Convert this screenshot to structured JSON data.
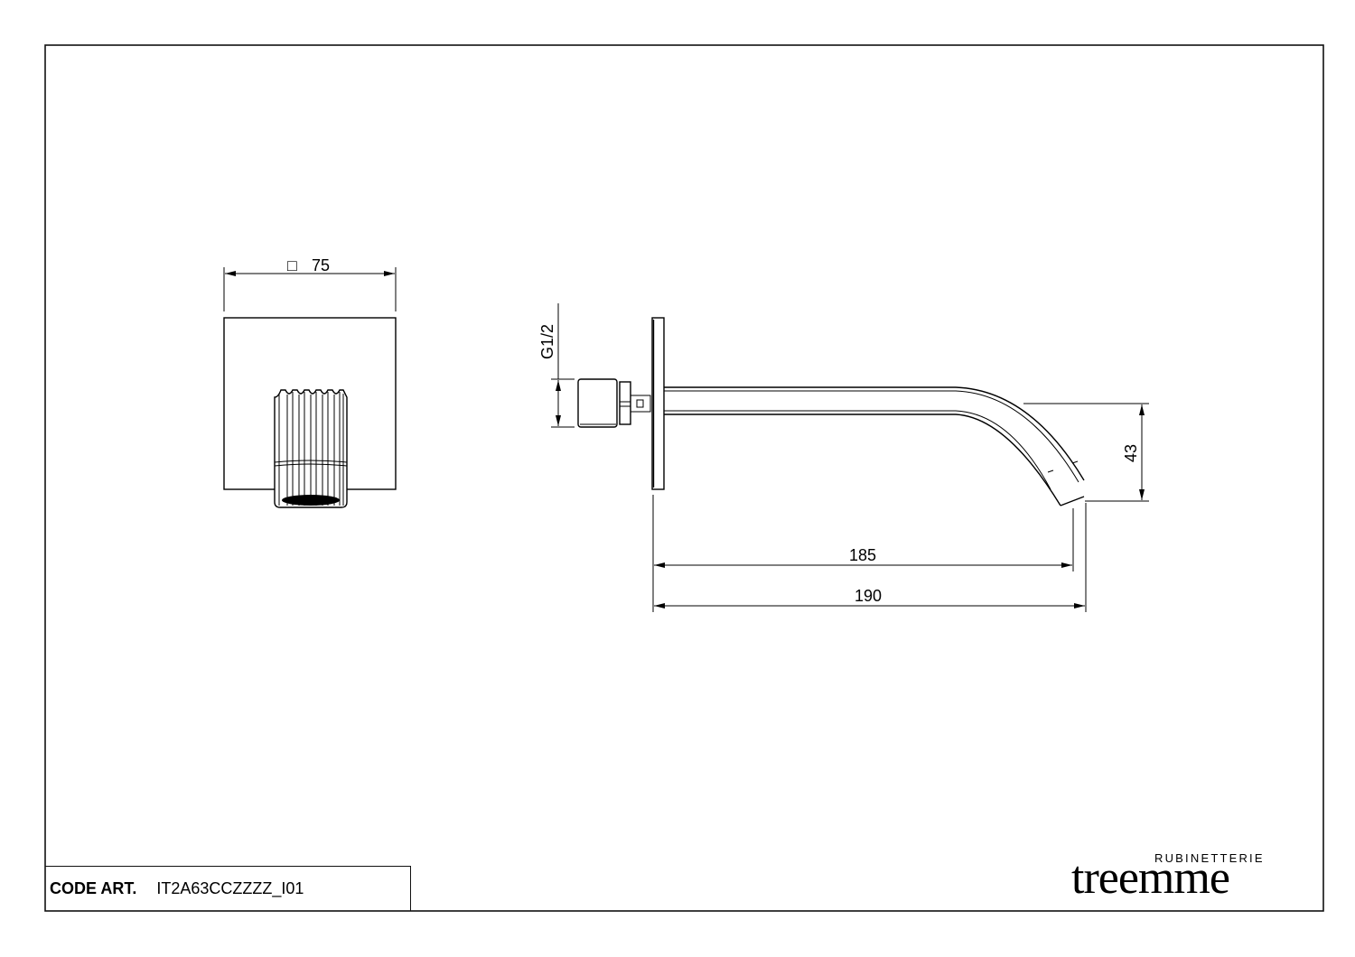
{
  "title_block": {
    "code_label": "CODE ART.",
    "code_value": "IT2A63CCZZZZ_I01"
  },
  "logo": {
    "brand": "treemme",
    "subtitle": "RUBINETTERIE"
  },
  "front_view": {
    "dimension_square_symbol": "□",
    "dimension_value": "75"
  },
  "side_view": {
    "thread_label": "G1/2",
    "spout_height": "43",
    "spout_projection_inner": "185",
    "spout_projection_outer": "190"
  },
  "colors": {
    "line": "#000000",
    "frame": "#111111",
    "background": "#ffffff"
  }
}
